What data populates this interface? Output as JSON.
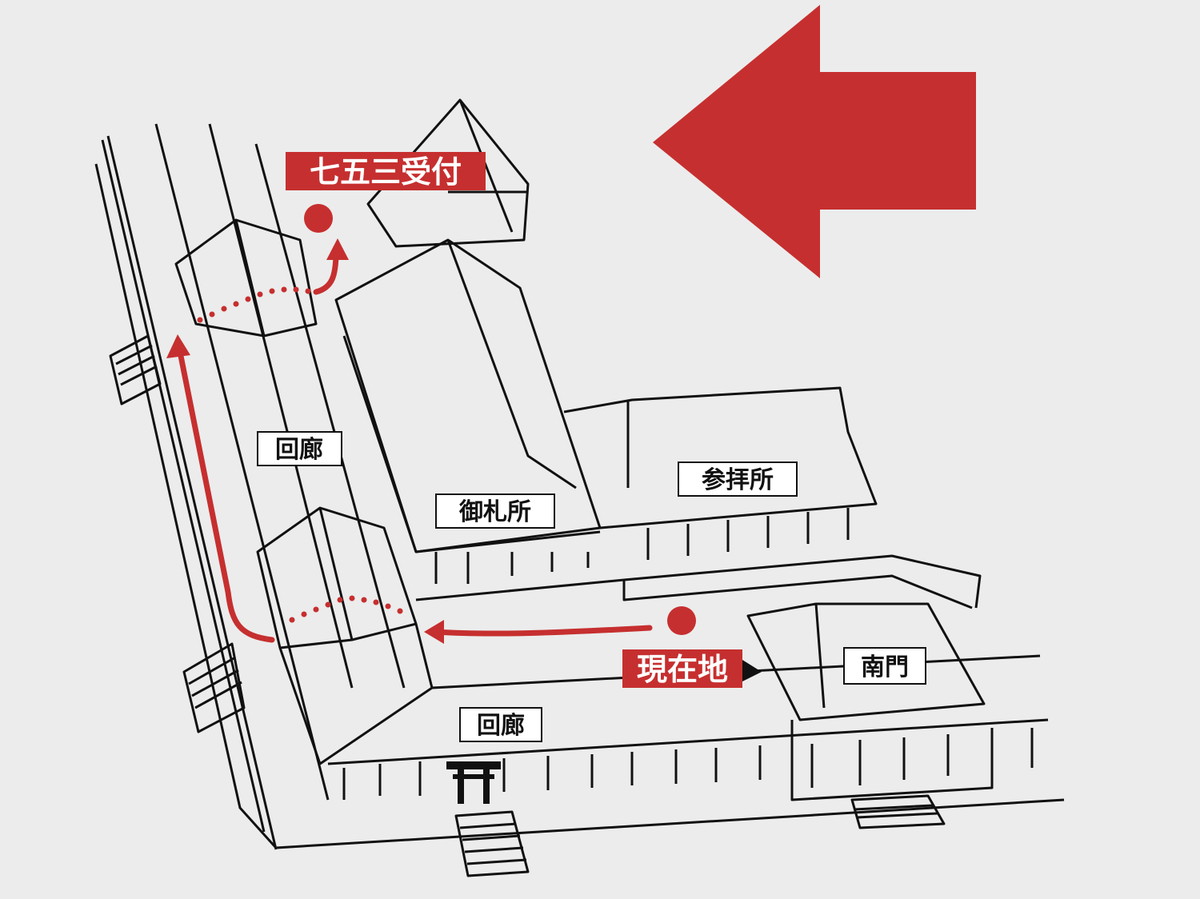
{
  "map": {
    "labels": {
      "shichigosan": "七五三受付",
      "kairo_west": "回廊",
      "ofudasho": "御札所",
      "sanpaisho": "参拝所",
      "genzaichi": "現在地",
      "minamimon": "南門",
      "kairo_south": "回廊"
    },
    "colors": {
      "route": "#c62f2f",
      "ink": "#111111",
      "background": "#ececec",
      "label_text_on_red": "#ffffff"
    },
    "icons": [
      "direction-arrow-left-icon",
      "route-arrow-icon",
      "location-dot-icon",
      "torii-gate-icon",
      "stairs-icon"
    ]
  }
}
